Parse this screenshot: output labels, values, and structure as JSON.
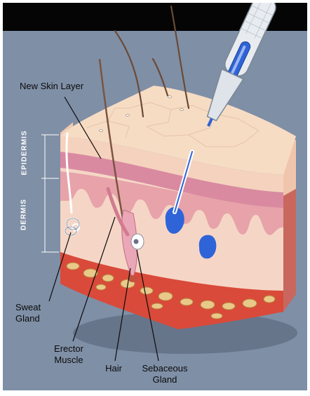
{
  "labels": {
    "new_skin_layer": "New Skin Layer",
    "epidermis": "EPIDERMIS",
    "dermis": "DERMIS",
    "sweat_gland": "Sweat Gland",
    "erector_muscle": "Erector Muscle",
    "hair": "Hair",
    "sebaceous_gland": "Sebaceous Gland"
  },
  "colors": {
    "background": "#7f8fa6",
    "top_bar": "#050505",
    "epidermis_top": "#f7dcc4",
    "dermis": "#f4cfc0",
    "fat_layer": "#d94a3a",
    "probe_blue": "#2f64d8"
  }
}
